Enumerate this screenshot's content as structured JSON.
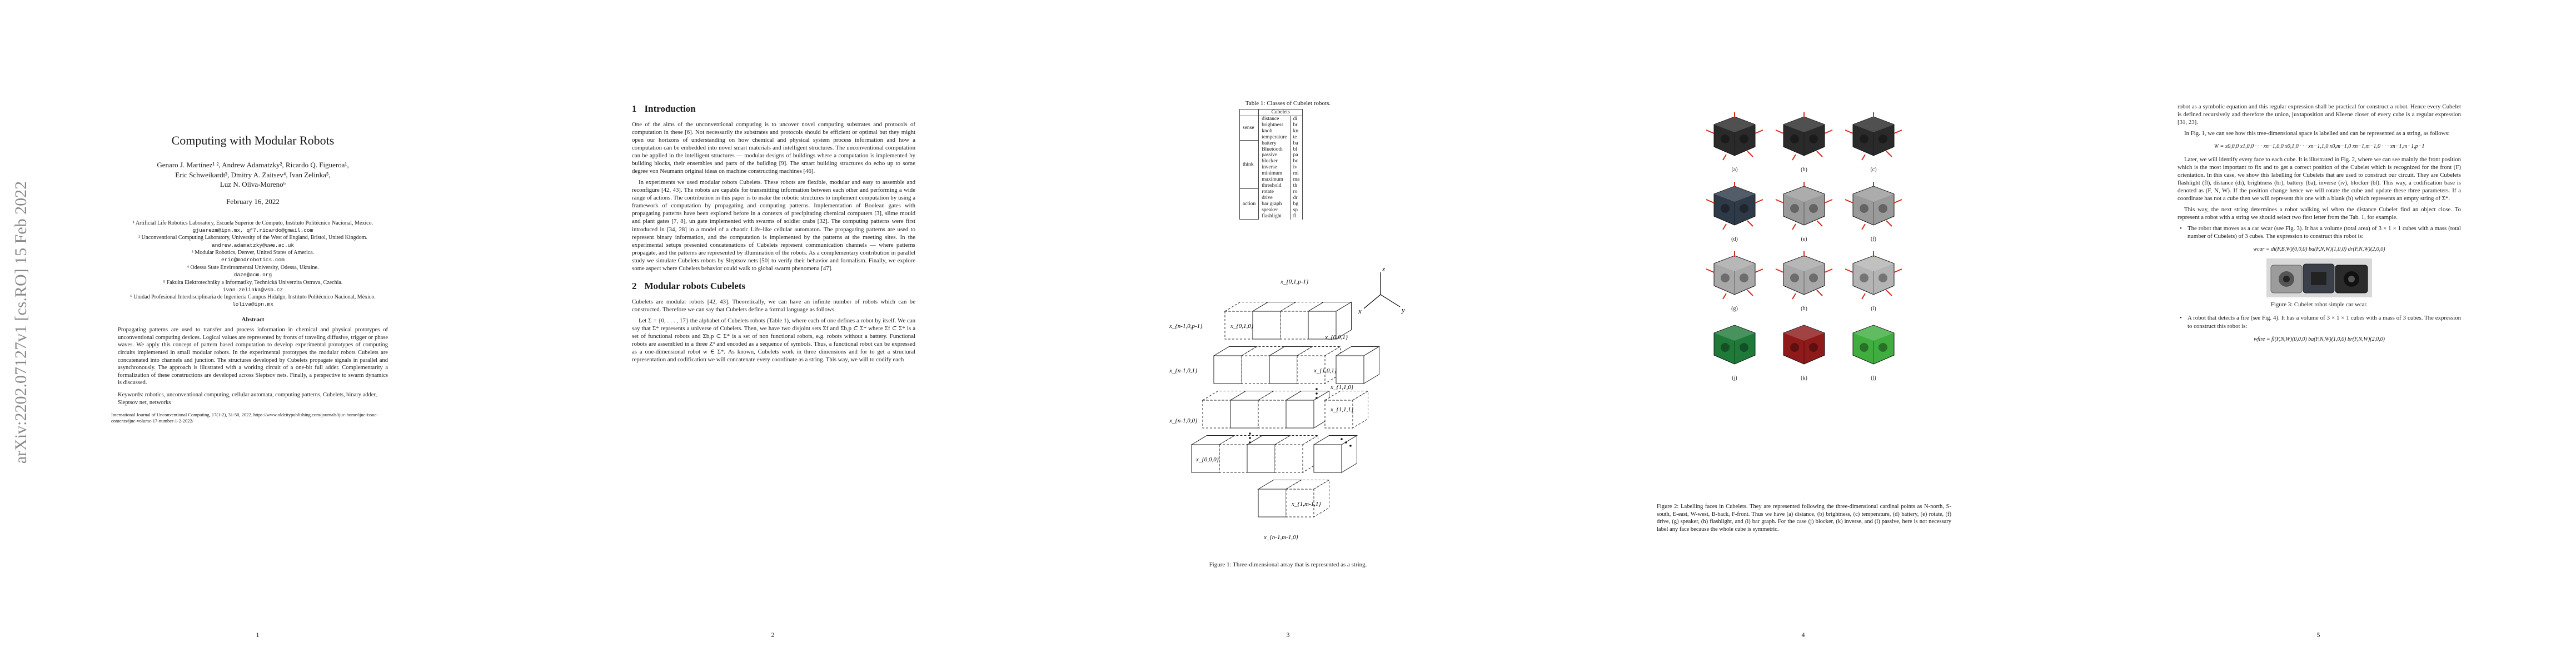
{
  "page1": {
    "arxiv_stamp": "arXiv:2202.07127v1 [cs.RO] 15 Feb 2022",
    "title": "Computing with Modular Robots",
    "authors": [
      "Genaro J. Martínez¹ ², Andrew Adamatzky², Ricardo Q. Figueroa¹,",
      "Eric Schweikardt³, Dmitry A. Zaitsev⁴, Ivan Zelinka⁵,",
      "Luz N. Oliva-Moreno⁶"
    ],
    "date": "February 16, 2022",
    "affiliations": [
      {
        "text": "¹ Artificial Life Robotics Laboratory, Escuela Superior de Cómputo, Instituto Politécnico Nacional, México.",
        "email": "gjuarezm@ipn.mx, qf7.ricardo@gmail.com"
      },
      {
        "text": "² Unconventional Computing Laboratory, University of the West of England, Bristol, United Kingdom.",
        "email": "andrew.adamatzky@uwe.ac.uk"
      },
      {
        "text": "³ Modular Robotics, Denver, United States of America.",
        "email": "eric@modrobotics.com"
      },
      {
        "text": "⁴ Odessa State Environmental University, Odessa, Ukraine.",
        "email": "daze@acm.org"
      },
      {
        "text": "⁵ Fakulta Elektrotechniky a Informatiky, Technická Univerzita Ostrava, Czechia.",
        "email": "ivan.zelinka@vsb.cz"
      },
      {
        "text": "⁶ Unidad Profesional Interdisciplinaria de Ingeniería Campus Hidalgo, Instituto Politécnico Nacional, México.",
        "email": "loliva@ipn.mx"
      }
    ],
    "abstract_heading": "Abstract",
    "abstract": "Propagating patterns are used to transfer and process information in chemical and physical prototypes of unconventional computing devices. Logical values are represented by fronts of traveling diffusive, trigger or phase waves. We apply this concept of pattern based computation to develop experimental prototypes of computing circuits implemented in small modular robots. In the experimental prototypes the modular robots Cubelets are concatenated into channels and junction. The structures developed by Cubelets propagate signals in parallel and asynchronously. The approach is illustrated with a working circuit of a one-bit full adder. Complementarity a formalization of these constructions are developed across Sleptsov nets. Finally, a perspective to swarm dynamics is discussed.",
    "keywords": "Keywords: robotics, unconventional computing, cellular automata, computing patterns, Cubelets, binary adder, Sleptsov net, networks",
    "journal": "International Journal of Unconventional Computing, 17(1-2), 31-50, 2022. https://www.oldcitypublishing.com/journals/ijuc-home/ijuc-issue-contents/ijuc-volume-17-number-1-2-2022/",
    "page_number": "1"
  },
  "page2": {
    "s1_num": "1",
    "s1_title": "Introduction",
    "s1_paras": [
      "One of the aims of the unconventional computing is to uncover novel computing substrates and protocols of computation in these [6]. Not necessarily the substrates and protocols should be efficient or optimal but they might open our horizons of understanding on how chemical and physical system process information and how a computation can be embedded into novel smart materials and intelligent structures. The unconventional computation can be applied in the intelligent structures — modular designs of buildings where a computation is implemented by building blocks, their ensembles and parts of the building [9]. The smart building structures do echo up to some degree von Neumann original ideas on machine constructing machines [46].",
      "In experiments we used modular robots Cubelets. These robots are flexible, modular and easy to assemble and reconfigure [42, 43]. The robots are capable for transmitting information between each other and performing a wide range of actions. The contribution in this paper is to make the robotic structures to implement computation by using a framework of computation by propagating and computing patterns. Implementation of Boolean gates with propagating patterns have been explored before in a contexts of precipitating chemical computers [3], slime mould and plant gates [7, 8], un gate implemented with swarms of soldier crabs [32]. The computing patterns were first introduced in [34, 28] in a model of a chaotic Life-like cellular automaton. The propagating patterns are used to represent binary information, and the computation is implemented by the patterns at the meeting sites. In the experimental setups presented concatenations of Cubelets represent communication channels — where patterns propagate, and the patterns are represented by illumination of the robots. As a complementary contribution in parallel study we simulate Cubelets robots by Sleptsov nets [50] to verify their behavior and formalism. Finally, we explore some aspect where Cubelets behavior could walk to global swarm phenomena [47]."
    ],
    "s2_num": "2",
    "s2_title": "Modular robots Cubelets",
    "s2_paras": [
      "Cubelets are modular robots [42, 43]. Theoretically, we can have an infinite number of robots which can be constructed. Therefore we can say that Cubelets define a formal language as follows.",
      "Let Σ = {0, . . . , 17} the alphabet of Cubelets robots (Table 1), where each of one defines a robot by itself. We can say that Σ* represents a universe of Cubelets. Then, we have two disjoint sets Σf and Σb,p ⊂ Σ* where Σf ⊂ Σ* is a set of functional robots and Σb,p ⊂ Σ* is a set of non functional robots, e.g. robots without a battery. Functional robots are assembled in a three Z³ and encoded as a sequence of symbols. Thus, a functional robot can be expressed as a one-dimensional robot w ∈ Σ*. As known, Cubelets work in three dimensions and for to get a structural representation and codification we will concatenate every coordinate as a string. This way, we will to codify each"
    ],
    "page_number": "2"
  },
  "page3": {
    "table_caption": "Table 1: Classes of Cubelet robots.",
    "table_header": "Cubelets",
    "groups": [
      {
        "name": "sense",
        "items": [
          [
            "distance",
            "di"
          ],
          [
            "brightness",
            "br"
          ],
          [
            "knob",
            "kn"
          ],
          [
            "temperature",
            "te"
          ]
        ]
      },
      {
        "name": "think",
        "items": [
          [
            "battery",
            "ba"
          ],
          [
            "Bluetooth",
            "bl"
          ],
          [
            "passive",
            "pa"
          ],
          [
            "blocker",
            "bc"
          ],
          [
            "inverse",
            "iv"
          ],
          [
            "minimum",
            "mi"
          ],
          [
            "maximum",
            "ma"
          ],
          [
            "threshold",
            "th"
          ]
        ]
      },
      {
        "name": "action",
        "items": [
          [
            "rotate",
            "ro"
          ],
          [
            "drive",
            "dr"
          ],
          [
            "bar graph",
            "bg"
          ],
          [
            "speaker",
            "sp"
          ],
          [
            "flashlight",
            "fl"
          ]
        ]
      }
    ],
    "fig_labels": [
      "x_{0,0,0}",
      "x_{0,1,0}",
      "x_{0,1,p-1}",
      "x_{n-1,0,p-1}",
      "x_{0,0,1}",
      "x_{1,0,1}",
      "x_{1,1,0}",
      "x_{1,1,1}",
      "x_{n-1,0,1}",
      "x_{n-1,0,0}",
      "x_{1,m-1,1}",
      "x_{n-1,m-1,0}"
    ],
    "axes": [
      "z",
      "x",
      "y"
    ],
    "fig_caption": "Figure 1: Three-dimensional array that is represented as a string.",
    "page_number": "3"
  },
  "page4": {
    "cells": [
      {
        "label": "(a)",
        "color": "#2a2a2a",
        "accent": "#d92a1c"
      },
      {
        "label": "(b)",
        "color": "#2a2a2a",
        "accent": "#d92a1c"
      },
      {
        "label": "(c)",
        "color": "#2a2a2a",
        "accent": "#d92a1c"
      },
      {
        "label": "(d)",
        "color": "#2e3a48",
        "accent": "#d92a1c"
      },
      {
        "label": "(e)",
        "color": "#9a9a9a",
        "accent": "#d92a1c"
      },
      {
        "label": "(f)",
        "color": "#9a9a9a",
        "accent": "#d92a1c"
      },
      {
        "label": "(g)",
        "color": "#a8a8a8",
        "accent": "#d92a1c"
      },
      {
        "label": "(h)",
        "color": "#a8a8a8",
        "accent": "#d92a1c"
      },
      {
        "label": "(i)",
        "color": "#b4b4b4",
        "accent": "#d92a1c"
      },
      {
        "label": "(j)",
        "color": "#1f7a3a",
        "accent": null
      },
      {
        "label": "(k)",
        "color": "#8e1a1a",
        "accent": null
      },
      {
        "label": "(l)",
        "color": "#3fae3f",
        "accent": null
      }
    ],
    "caption": "Figure 2: Labelling faces in Cubelets. They are represented following the three-dimensional cardinal points as N-north, S-south, E-east, W-west, B-back, F-front. Thus we have (a) distance, (b) brightness, (c) temperature, (d) battery, (e) rotate, (f) drive, (g) speaker, (h) flashlight, and (i) bar graph. For the case (j) blocker, (k) inverse, and (l) passive, here is not necessary label any face because the whole cube is symmetric.",
    "page_number": "4"
  },
  "page5": {
    "p1": "robot as a symbolic equation and this regular expression shall be practical for construct a robot. Hence every Cubelet is defined recursively and therefore the union, juxtaposition and Kleene closer of every cube is a regular expression [31, 23].",
    "p2": "In Fig. 1, we can see how this tree-dimensional space is labelled and can be represented as a string, as follows:",
    "formula1": "W = x0,0,0 x1,0,0 · · · xn−1,0,0 x0,1,0 · · · xn−1,1,0 x0,m−1,0 xn−1,m−1,0 · · · xn−1,m−1,p−1",
    "p3": "Later, we will identify every face to each cube. It is illustrated in Fig. 2, where we can see mainly the front position which is the most important to fix and to get a correct position of the Cubelet which is recognized for the front (F) orientation. In this case, we show this labelling for Cubelets that are used to construct our circuit. They are Cubelets flashlight (fl), distance (di), brightness (br), battery (ba), inverse (iv), blocker (bl). This way, a codification base is denoted as (F, N, W). If the position change hence we will rotate the cube and update these three parameters. If a coordinate has not a cube then we will represent this one with a blank (b) which represents an empty string of Σ*.",
    "p4": "This way, the next string determines a robot walking wi when the distance Cubelet find an object close. To represent a robot with a string we should select two first letter from the Tab. 1, for example.",
    "b1": "The robot that moves as a car wcar (see Fig. 3). It has a volume (total area) of 3 × 1 × 1 cubes with a mass (total number of Cubelets) of 3 cubes. The expression to construct this robot is:",
    "formula2": "wcar = di(F,B,W)(0,0,0) ba(F,N,W)(1,0,0) dr(F,N,W)(2,0,0)",
    "fig3_caption": "Figure 3: Cubelet robot simple car wcar.",
    "b2": "A robot that detects a fire (see Fig. 4). It has a volume of 3 × 1 × 1 cubes with a mass of 3 cubes. The expression to construct this robot is:",
    "formula3": "wfire = fl(F,N,W)(0,0,0) ba(F,N,W)(1,0,0) br(F,N,W)(2,0,0)",
    "page_number": "5"
  }
}
